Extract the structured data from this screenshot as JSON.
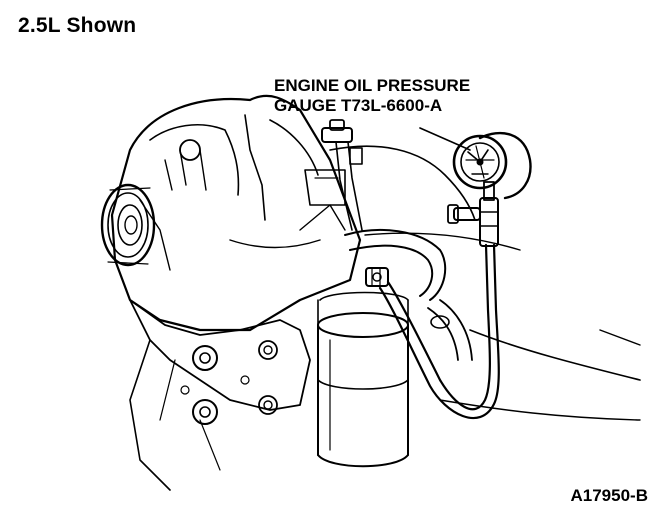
{
  "title": "2.5L Shown",
  "callout": {
    "line1": "ENGINE OIL PRESSURE",
    "line2": "GAUGE T73L-6600-A"
  },
  "figure_code": "A17950-B"
}
